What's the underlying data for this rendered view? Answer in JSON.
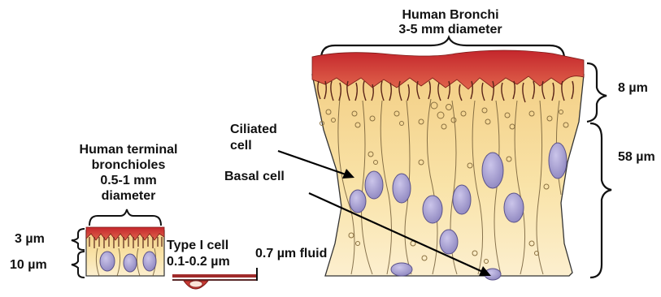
{
  "bronchi": {
    "title_line1": "Human Bronchi",
    "title_line2": "3-5 mm diameter",
    "measure_top": "8 µm",
    "measure_side": "58 µm",
    "ciliated_line1": "Ciliated",
    "ciliated_line2": "cell",
    "basal": "Basal cell"
  },
  "bronchioles": {
    "title_line1": "Human terminal",
    "title_line2": "bronchioles",
    "title_line3": "0.5-1 mm",
    "title_line4": "diameter",
    "measure_top": "3 µm",
    "measure_side": "10 µm"
  },
  "alveolus": {
    "type1_line1": "Type I cell",
    "type1_line2": "0.1-0.2 µm",
    "fluid": "0.7 µm fluid"
  },
  "colors": {
    "tissue": "#f6d890",
    "mucus": "#c93a2e",
    "nucleus": "#a9a2cf",
    "outline": "#1a1a1a"
  }
}
